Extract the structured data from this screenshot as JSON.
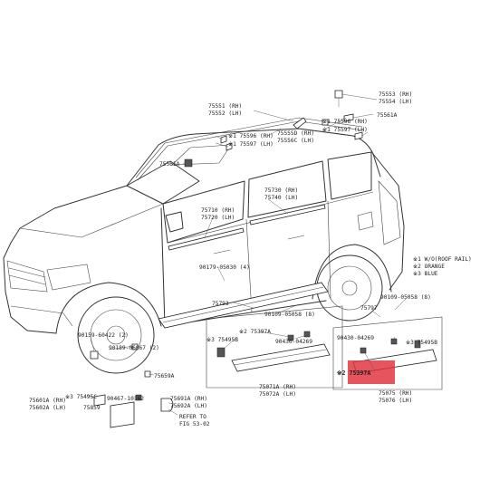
{
  "diagram": {
    "colors": {
      "line": "#333333",
      "highlight": "#e0303a",
      "background": "#ffffff"
    },
    "legend": {
      "items": [
        "※1 W/O(ROOF RAIL)",
        "※2 ORANGE",
        "※3 BLUE"
      ]
    },
    "labels": {
      "p75553": "75553 (RH)",
      "p75554": "75554 (LH)",
      "p75561a_top": "75561A",
      "p75596_rh_right": "※1 75596 (RH)",
      "p75597_lh_right": "※1 75597 (LH)",
      "p75551": "75551 (RH)",
      "p75552": "75552 (LH)",
      "p75596_rh_left": "※1 75596 (RH)",
      "p75597_lh_left": "※1 75597 (LH)",
      "p75555d": "75555D (RH)",
      "p75556c": "75556C (LH)",
      "p75561a_roof": "75561A",
      "p75730": "75730 (RH)",
      "p75740": "75740 (LH)",
      "p75710": "75710 (RH)",
      "p75720": "75720 (LH)",
      "p90179": "90179-05030 (4)",
      "p75793": "75793",
      "p90109_mid": "90109-05058 (8)",
      "p90109_right": "90109-05058 (8)",
      "p75797": "75797",
      "p75397a_mid": "※2 75397A",
      "p90430_mid": "90430-04269",
      "p75495b_mid": "※3 75495B",
      "p90430_right": "90430-04269",
      "p75495b_right": "※3 75495B",
      "p75397a_right": "※2 75397A",
      "p90159": "90159-60422 (2)",
      "p90189": "90189-06067 (2)",
      "p75659a": "75659A",
      "p75601a": "75601A (RH)",
      "p75602a": "75602A (LH)",
      "p75495c": "※3 75495C",
      "p75859": "75859",
      "p90467": "90467-10162",
      "p75691a": "75691A (RH)",
      "p75692a": "75692A (LH)",
      "refer1": "REFER TO",
      "refer2": "FIG 53-02",
      "p75071a": "75071A (RH)",
      "p75072a": "75072A (LH)",
      "p75075": "75075 (RH)",
      "p75076": "75076 (LH)"
    }
  }
}
